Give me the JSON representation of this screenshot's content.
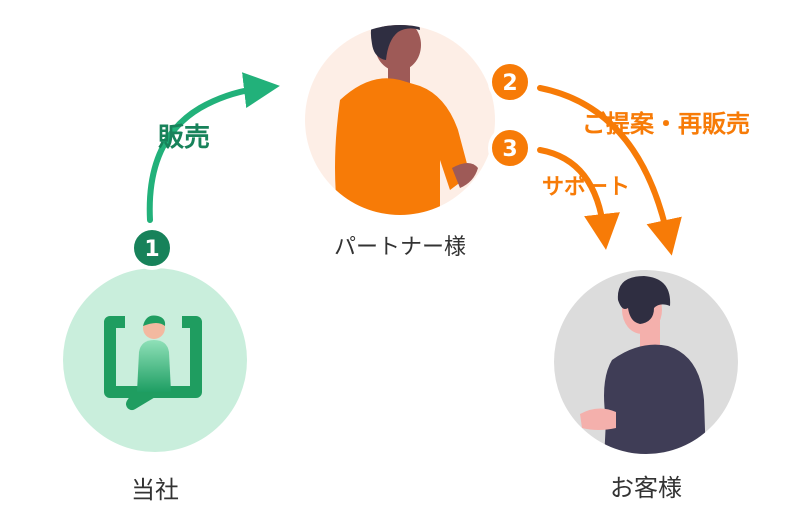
{
  "nodes": {
    "company": {
      "label": "当社"
    },
    "partner": {
      "label": "パートナー様"
    },
    "customer": {
      "label": "お客様"
    }
  },
  "steps": [
    {
      "number": "1",
      "label": "販売",
      "color": "#17825a"
    },
    {
      "number": "2",
      "label": "ご提案・再販売",
      "color": "#f77b07"
    },
    {
      "number": "3",
      "label": "サポート",
      "color": "#f77b07"
    }
  ],
  "colors": {
    "green": "#17825a",
    "green_arrow": "#22b17a",
    "orange": "#f77b07",
    "company_circle": "#c9eedc",
    "partner_circle": "#fdeee6",
    "customer_circle": "#dcdcdc",
    "text": "#333333"
  },
  "icons": {
    "company": "person-with-speech-brackets-icon",
    "partner": "person-orange-shirt-icon",
    "customer": "person-dark-shirt-icon"
  }
}
